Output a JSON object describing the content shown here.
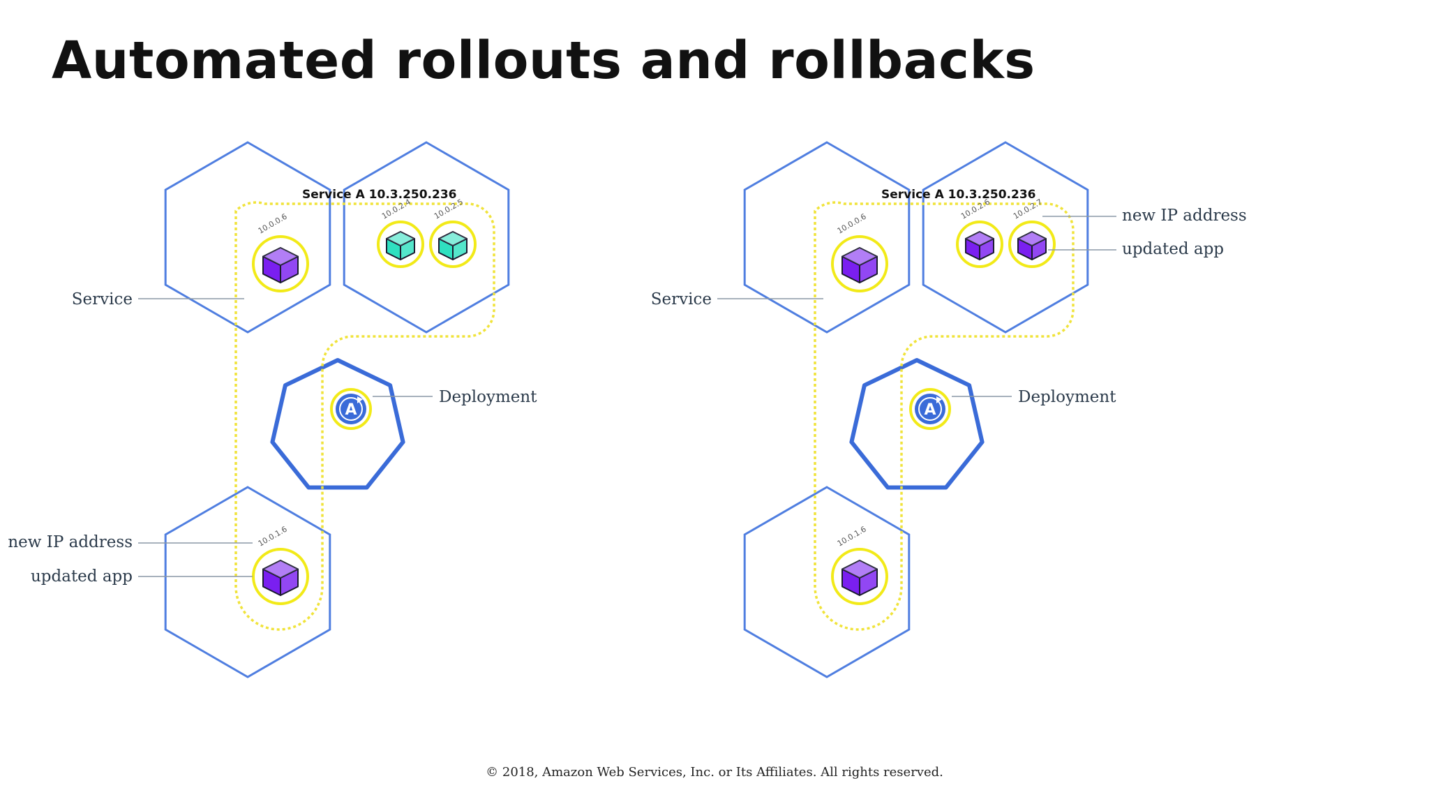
{
  "title": "Automated rollouts and rollbacks",
  "footer": "© 2018, Amazon Web Services, Inc. or Its Affiliates. All rights reserved.",
  "colors": {
    "node_stroke": "#4f7ee0",
    "deployment_stroke": "#3a6bd8",
    "service_dashed": "#f0e33a",
    "pod_ring": "#f2ea18",
    "pod_old": "#2fe0c0",
    "pod_new": "#7a1ff0",
    "callout_line": "#8a97a6"
  },
  "left": {
    "service_name": "Service A 10.3.250.236",
    "label_service": "Service",
    "label_deployment": "Deployment",
    "label_new_ip": "new IP address",
    "label_updated_app": "updated app",
    "deployment_icon": "A",
    "pods": [
      {
        "ip": "10.0.0.6",
        "version": "new"
      },
      {
        "ip": "10.0.2.4",
        "version": "old"
      },
      {
        "ip": "10.0.2.5",
        "version": "old"
      },
      {
        "ip": "10.0.1.6",
        "version": "new"
      }
    ]
  },
  "right": {
    "service_name": "Service A 10.3.250.236",
    "label_service": "Service",
    "label_deployment": "Deployment",
    "label_new_ip": "new IP address",
    "label_updated_app": "updated app",
    "deployment_icon": "A",
    "pods": [
      {
        "ip": "10.0.0.6",
        "version": "new"
      },
      {
        "ip": "10.0.2.6",
        "version": "new"
      },
      {
        "ip": "10.0.2.7",
        "version": "new"
      },
      {
        "ip": "10.0.1.6",
        "version": "new"
      }
    ]
  }
}
